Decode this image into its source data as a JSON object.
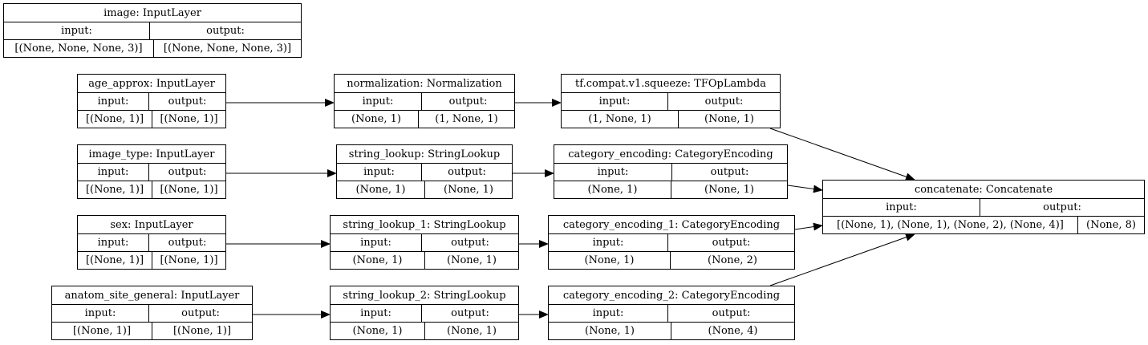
{
  "nodes": {
    "image": {
      "title": "image: InputLayer",
      "in_label": "input:",
      "out_label": "output:",
      "in_value": "[(None, None, None, 3)]",
      "out_value": "[(None, None, None, 3)]"
    },
    "age": {
      "title": "age_approx: InputLayer",
      "in_label": "input:",
      "out_label": "output:",
      "in_value": "[(None, 1)]",
      "out_value": "[(None, 1)]"
    },
    "imgtype": {
      "title": "image_type: InputLayer",
      "in_label": "input:",
      "out_label": "output:",
      "in_value": "[(None, 1)]",
      "out_value": "[(None, 1)]"
    },
    "sex": {
      "title": "sex: InputLayer",
      "in_label": "input:",
      "out_label": "output:",
      "in_value": "[(None, 1)]",
      "out_value": "[(None, 1)]"
    },
    "anatom": {
      "title": "anatom_site_general: InputLayer",
      "in_label": "input:",
      "out_label": "output:",
      "in_value": "[(None, 1)]",
      "out_value": "[(None, 1)]"
    },
    "norm": {
      "title": "normalization: Normalization",
      "in_label": "input:",
      "out_label": "output:",
      "in_value": "(None, 1)",
      "out_value": "(1, None, 1)"
    },
    "squeeze": {
      "title": "tf.compat.v1.squeeze: TFOpLambda",
      "in_label": "input:",
      "out_label": "output:",
      "in_value": "(1, None, 1)",
      "out_value": "(None, 1)"
    },
    "lookup": {
      "title": "string_lookup: StringLookup",
      "in_label": "input:",
      "out_label": "output:",
      "in_value": "(None, 1)",
      "out_value": "(None, 1)"
    },
    "catenc": {
      "title": "category_encoding: CategoryEncoding",
      "in_label": "input:",
      "out_label": "output:",
      "in_value": "(None, 1)",
      "out_value": "(None, 1)"
    },
    "lookup1": {
      "title": "string_lookup_1: StringLookup",
      "in_label": "input:",
      "out_label": "output:",
      "in_value": "(None, 1)",
      "out_value": "(None, 1)"
    },
    "catenc1": {
      "title": "category_encoding_1: CategoryEncoding",
      "in_label": "input:",
      "out_label": "output:",
      "in_value": "(None, 1)",
      "out_value": "(None, 2)"
    },
    "lookup2": {
      "title": "string_lookup_2: StringLookup",
      "in_label": "input:",
      "out_label": "output:",
      "in_value": "(None, 1)",
      "out_value": "(None, 1)"
    },
    "catenc2": {
      "title": "category_encoding_2: CategoryEncoding",
      "in_label": "input:",
      "out_label": "output:",
      "in_value": "(None, 1)",
      "out_value": "(None, 4)"
    },
    "concat": {
      "title": "concatenate: Concatenate",
      "in_label": "input:",
      "out_label": "output:",
      "in_value": "[(None, 1), (None, 1), (None, 2), (None, 4)]",
      "out_value": "(None, 8)"
    }
  },
  "edges": [
    [
      "age",
      "norm"
    ],
    [
      "norm",
      "squeeze"
    ],
    [
      "squeeze",
      "concat"
    ],
    [
      "imgtype",
      "lookup"
    ],
    [
      "lookup",
      "catenc"
    ],
    [
      "catenc",
      "concat"
    ],
    [
      "sex",
      "lookup1"
    ],
    [
      "lookup1",
      "catenc1"
    ],
    [
      "catenc1",
      "concat"
    ],
    [
      "anatom",
      "lookup2"
    ],
    [
      "lookup2",
      "catenc2"
    ],
    [
      "catenc2",
      "concat"
    ]
  ]
}
